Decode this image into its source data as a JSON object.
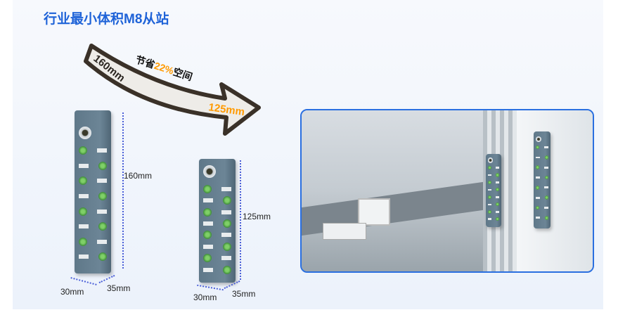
{
  "title": "行业最小体积M8从站",
  "arrow": {
    "from": "160mm",
    "prefix": "节省",
    "percent": "22%",
    "suffix": "空间",
    "to": "125mm"
  },
  "large_device": {
    "height": "160mm",
    "width": "30mm",
    "depth": "35mm"
  },
  "small_device": {
    "height": "125mm",
    "width": "30mm",
    "depth": "35mm"
  },
  "colors": {
    "title": "#1f63d8",
    "accent": "#ff9a00",
    "frame": "#2a6fe0"
  }
}
